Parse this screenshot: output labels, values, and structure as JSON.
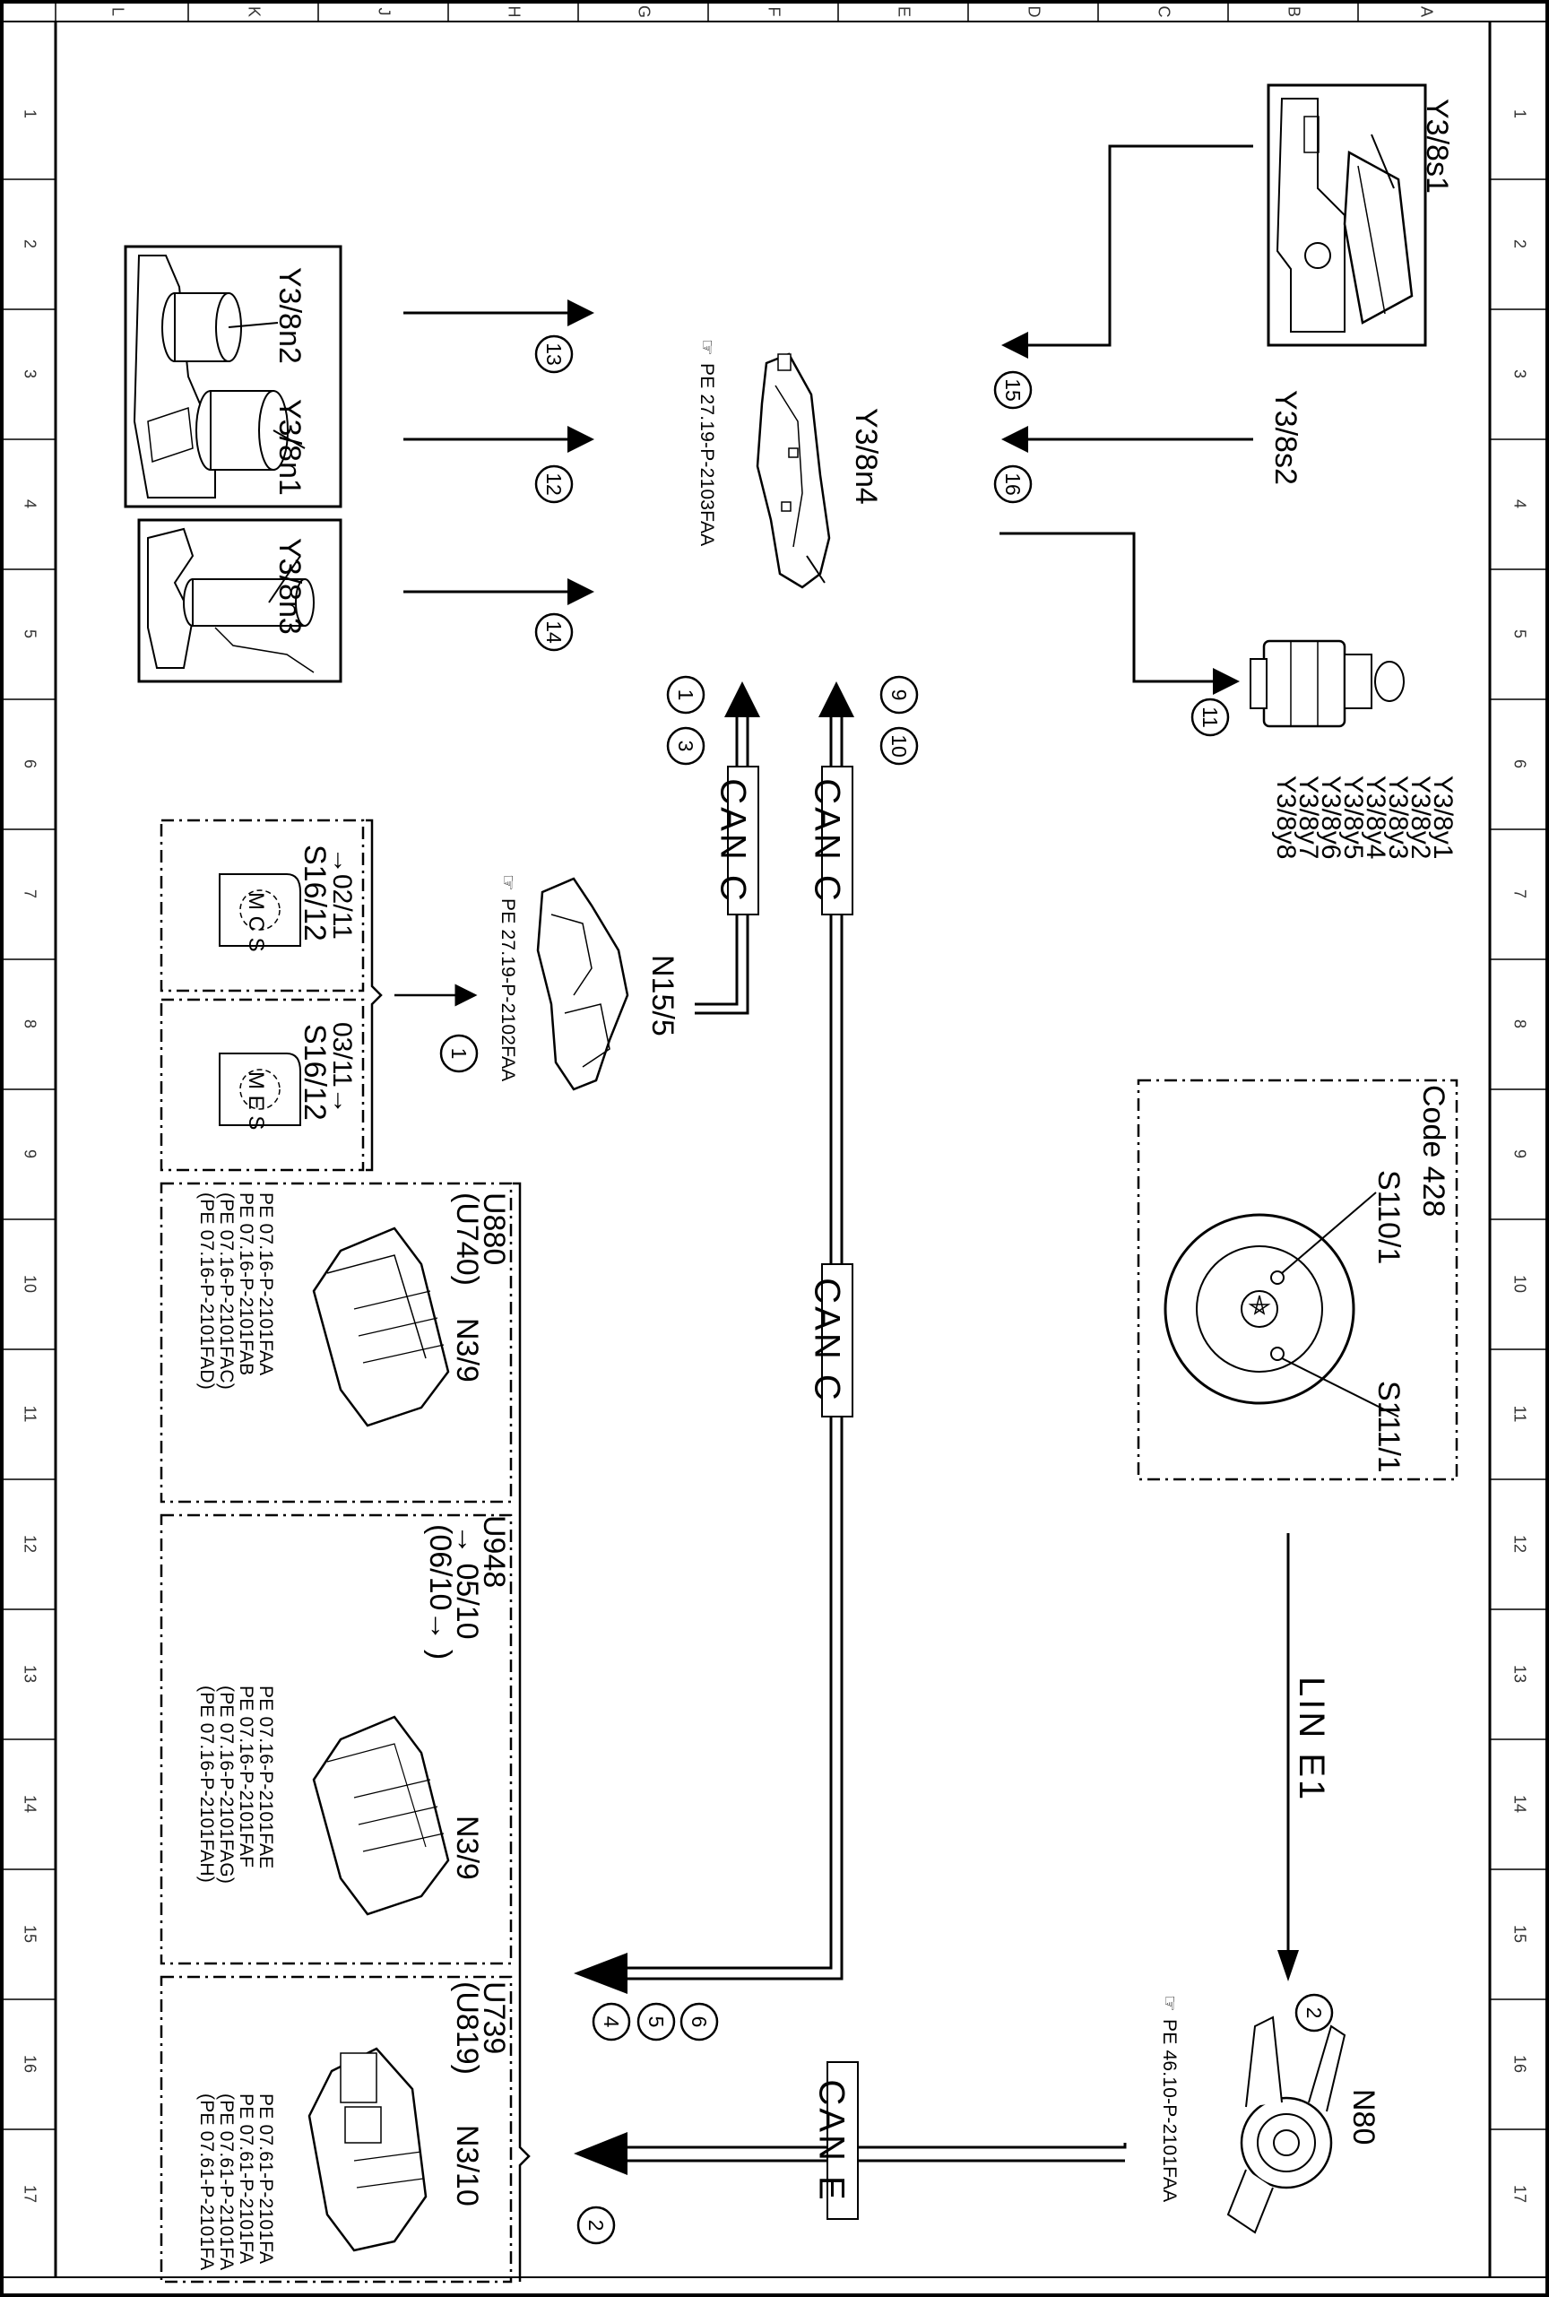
{
  "grid": {
    "letters": [
      "L",
      "K",
      "J",
      "H",
      "G",
      "F",
      "E",
      "D",
      "C",
      "B",
      "A"
    ],
    "numbers": [
      "1",
      "2",
      "3",
      "4",
      "5",
      "6",
      "7",
      "8",
      "9",
      "10",
      "11",
      "12",
      "13",
      "14",
      "15",
      "16",
      "17"
    ]
  },
  "components": {
    "y3_8s1": "Y3/8s1",
    "y3_8s2": "Y3/8s2",
    "y3_8n4": "Y3/8n4",
    "y3_8n4_ref": "PE 27.19-P-2103FAA",
    "y3_8n2": "Y3/8n2",
    "y3_8n1": "Y3/8n1",
    "y3_8n3": "Y3/8n3",
    "solenoids": [
      "Y3/8y1",
      "Y3/8y2",
      "Y3/8y3",
      "Y3/8y4",
      "Y3/8y5",
      "Y3/8y6",
      "Y3/8y7",
      "Y3/8y8"
    ],
    "code_428": "Code 428",
    "s110_1": "S110/1",
    "s111_1": "S111/1",
    "n15_5": "N15/5",
    "n15_5_ref": "PE 27.19-P-2102FAA",
    "s16_12_a": "S16/12",
    "s16_12_a_date": "→02/11",
    "s16_12_a_icon": "M C S",
    "s16_12_b": "S16/12",
    "s16_12_b_date": "03/11→",
    "s16_12_b_icon": "M E S",
    "n80": "N80",
    "n80_ref": "PE 46.10-P-2101FAA",
    "block_u880": {
      "code1": "U880",
      "code2": "(U740)",
      "name": "N3/9",
      "refs": [
        "PE 07.16-P-2101FAA",
        "PE 07.16-P-2101FAB",
        "(PE 07.16-P-2101FAC)",
        "(PE 07.16-P-2101FAD)"
      ]
    },
    "block_u948": {
      "code1": "U948",
      "date1": "→ 05/10",
      "date2": "(06/10→ )",
      "name": "N3/9",
      "refs": [
        "PE 07.16-P-2101FAE",
        "PE 07.16-P-2101FAF",
        "(PE 07.16-P-2101FAG)",
        "(PE 07.16-P-2101FAH)"
      ]
    },
    "block_u739": {
      "code1": "U739",
      "code2": "(U819)",
      "name": "N3/10",
      "refs": [
        "PE 07.61-P-2101FA",
        "PE 07.61-P-2101FA",
        "(PE 07.61-P-2101FA",
        "(PE 07.61-P-2101FA"
      ]
    }
  },
  "buses": {
    "can_c_1": "CAN C",
    "can_c_2": "CAN C",
    "can_c_3": "CAN C",
    "lin_e1": "LIN E1",
    "can_e": "CAN E"
  },
  "signals": {
    "s1": "1",
    "s2": "2",
    "s3": "3",
    "s4": "4",
    "s5": "5",
    "s6": "6",
    "s9": "9",
    "s10": "10",
    "s11": "11",
    "s12": "12",
    "s13": "13",
    "s14": "14",
    "s15": "15",
    "s16": "16"
  }
}
